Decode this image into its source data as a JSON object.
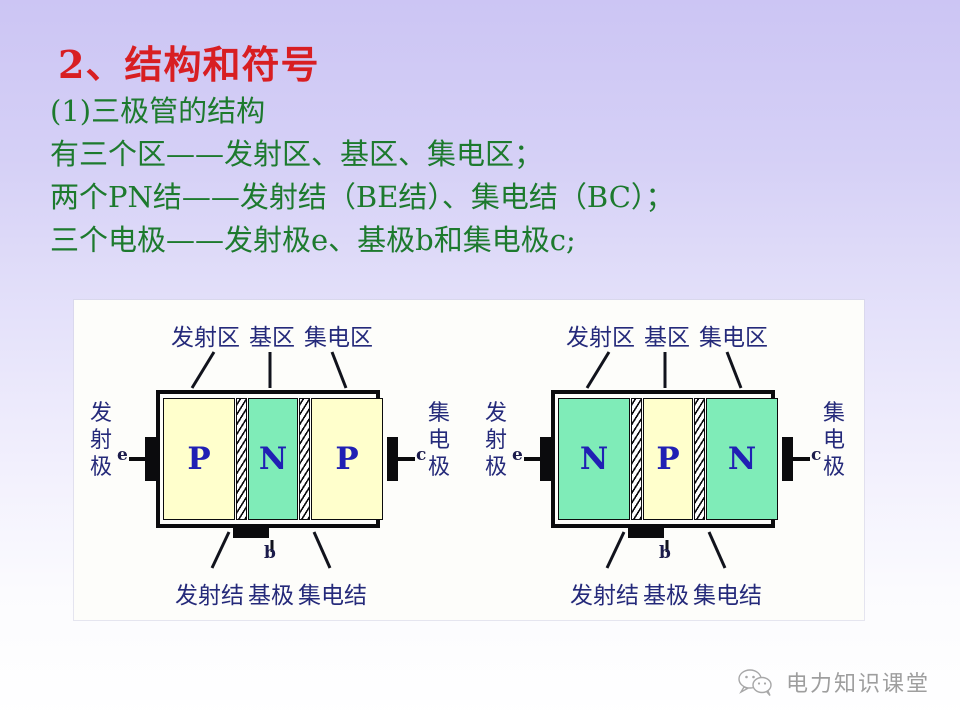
{
  "slide": {
    "heading": "2、结构和符号",
    "background_top_color": "#ccc5f4",
    "background_bottom_color": "#ffffff",
    "heading_color": "#d81e22",
    "body_text_color": "#1d7a2e"
  },
  "body_lines": [
    "(1)三极管的结构",
    "有三个区——发射区、基区、集电区；",
    "两个PN结——发射结（BE结）、集电结（BC）；",
    "三个电极——发射极e、基极b和集电极c;"
  ],
  "figure": {
    "panel_background": "#fdfdfa",
    "colors": {
      "p_region": "#ffffcc",
      "n_region": "#7fecb8",
      "outline": "#0b0b0d",
      "letter": "#2020b4",
      "label": "#252a7a"
    },
    "diagrams": [
      {
        "id": "pnp",
        "type": "PNP",
        "top_labels": [
          "发射区",
          "基区",
          "集电区"
        ],
        "left_label": [
          "发",
          "射",
          "极"
        ],
        "right_label": [
          "集",
          "电",
          "极"
        ],
        "bottom_labels": [
          "发射结",
          "基极",
          "集电结"
        ],
        "pins": {
          "emitter": "e",
          "base": "b",
          "collector": "c"
        },
        "regions": [
          {
            "letter": "P",
            "doping": "p"
          },
          {
            "letter": "N",
            "doping": "n"
          },
          {
            "letter": "P",
            "doping": "p"
          }
        ]
      },
      {
        "id": "npn",
        "type": "NPN",
        "top_labels": [
          "发射区",
          "基区",
          "集电区"
        ],
        "left_label": [
          "发",
          "射",
          "极"
        ],
        "right_label": [
          "集",
          "电",
          "极"
        ],
        "bottom_labels": [
          "发射结",
          "基极",
          "集电结"
        ],
        "pins": {
          "emitter": "e",
          "base": "b",
          "collector": "c"
        },
        "regions": [
          {
            "letter": "N",
            "doping": "n"
          },
          {
            "letter": "P",
            "doping": "p"
          },
          {
            "letter": "N",
            "doping": "n"
          }
        ]
      }
    ]
  },
  "watermark": {
    "text": "电力知识课堂",
    "icon": "wechat-icon"
  }
}
